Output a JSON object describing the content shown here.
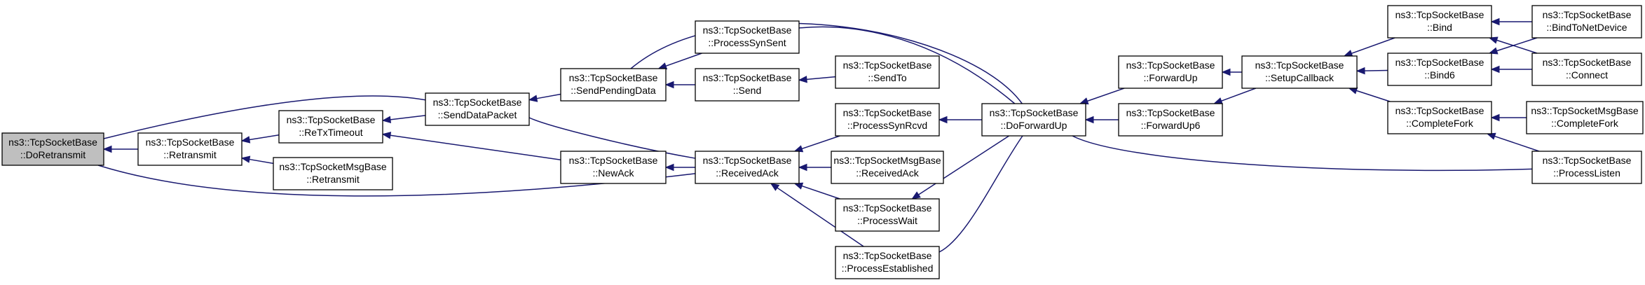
{
  "colors": {
    "edge": "#191970",
    "node_fill": "#ffffff",
    "highlight_fill": "#bfbfbf",
    "node_border": "#000000"
  },
  "nodes": [
    {
      "id": "doretransmit",
      "lines": [
        "ns3::TcpSocketBase",
        "::DoRetransmit"
      ],
      "highlight": true
    },
    {
      "id": "retransmit",
      "lines": [
        "ns3::TcpSocketBase",
        "::Retransmit"
      ]
    },
    {
      "id": "retxtimeout",
      "lines": [
        "ns3::TcpSocketBase",
        "::ReTxTimeout"
      ]
    },
    {
      "id": "msg-retransmit",
      "lines": [
        "ns3::TcpSocketMsgBase",
        "::Retransmit"
      ]
    },
    {
      "id": "senddatapacket",
      "lines": [
        "ns3::TcpSocketBase",
        "::SendDataPacket"
      ]
    },
    {
      "id": "sendpendingdata",
      "lines": [
        "ns3::TcpSocketBase",
        "::SendPendingData"
      ]
    },
    {
      "id": "newack",
      "lines": [
        "ns3::TcpSocketBase",
        "::NewAck"
      ]
    },
    {
      "id": "processsynsent",
      "lines": [
        "ns3::TcpSocketBase",
        "::ProcessSynSent"
      ]
    },
    {
      "id": "send",
      "lines": [
        "ns3::TcpSocketBase",
        "::Send"
      ]
    },
    {
      "id": "receivedack",
      "lines": [
        "ns3::TcpSocketBase",
        "::ReceivedAck"
      ]
    },
    {
      "id": "sendto",
      "lines": [
        "ns3::TcpSocketBase",
        "::SendTo"
      ]
    },
    {
      "id": "processsynrcvd",
      "lines": [
        "ns3::TcpSocketBase",
        "::ProcessSynRcvd"
      ]
    },
    {
      "id": "msg-receivedack",
      "lines": [
        "ns3::TcpSocketMsgBase",
        "::ReceivedAck"
      ]
    },
    {
      "id": "processwait",
      "lines": [
        "ns3::TcpSocketBase",
        "::ProcessWait"
      ]
    },
    {
      "id": "processestablished",
      "lines": [
        "ns3::TcpSocketBase",
        "::ProcessEstablished"
      ]
    },
    {
      "id": "doforwardup",
      "lines": [
        "ns3::TcpSocketBase",
        "::DoForwardUp"
      ]
    },
    {
      "id": "forwardup",
      "lines": [
        "ns3::TcpSocketBase",
        "::ForwardUp"
      ]
    },
    {
      "id": "forwardup6",
      "lines": [
        "ns3::TcpSocketBase",
        "::ForwardUp6"
      ]
    },
    {
      "id": "setupcallback",
      "lines": [
        "ns3::TcpSocketBase",
        "::SetupCallback"
      ]
    },
    {
      "id": "bind",
      "lines": [
        "ns3::TcpSocketBase",
        "::Bind"
      ]
    },
    {
      "id": "bind6",
      "lines": [
        "ns3::TcpSocketBase",
        "::Bind6"
      ]
    },
    {
      "id": "completefork",
      "lines": [
        "ns3::TcpSocketBase",
        "::CompleteFork"
      ]
    },
    {
      "id": "bindtonetdevice",
      "lines": [
        "ns3::TcpSocketBase",
        "::BindToNetDevice"
      ]
    },
    {
      "id": "connect",
      "lines": [
        "ns3::TcpSocketBase",
        "::Connect"
      ]
    },
    {
      "id": "msg-completefork",
      "lines": [
        "ns3::TcpSocketMsgBase",
        "::CompleteFork"
      ]
    },
    {
      "id": "processlisten",
      "lines": [
        "ns3::TcpSocketBase",
        "::ProcessListen"
      ]
    }
  ],
  "edges": [
    {
      "from": "retransmit",
      "to": "doretransmit"
    },
    {
      "from": "senddatapacket",
      "to": "doretransmit"
    },
    {
      "from": "receivedack",
      "to": "doretransmit"
    },
    {
      "from": "retxtimeout",
      "to": "retransmit"
    },
    {
      "from": "msg-retransmit",
      "to": "retransmit"
    },
    {
      "from": "senddatapacket",
      "to": "retxtimeout"
    },
    {
      "from": "newack",
      "to": "retxtimeout"
    },
    {
      "from": "sendpendingdata",
      "to": "senddatapacket"
    },
    {
      "from": "receivedack",
      "to": "senddatapacket"
    },
    {
      "from": "processsynsent",
      "to": "sendpendingdata"
    },
    {
      "from": "send",
      "to": "sendpendingdata"
    },
    {
      "from": "doforwardup",
      "to": "sendpendingdata"
    },
    {
      "from": "receivedack",
      "to": "newack"
    },
    {
      "from": "doforwardup",
      "to": "processsynsent"
    },
    {
      "from": "sendto",
      "to": "send"
    },
    {
      "from": "processsynrcvd",
      "to": "receivedack"
    },
    {
      "from": "msg-receivedack",
      "to": "receivedack"
    },
    {
      "from": "processwait",
      "to": "receivedack"
    },
    {
      "from": "processestablished",
      "to": "receivedack"
    },
    {
      "from": "doforwardup",
      "to": "processsynrcvd"
    },
    {
      "from": "doforwardup",
      "to": "processwait"
    },
    {
      "from": "doforwardup",
      "to": "processestablished"
    },
    {
      "from": "forwardup",
      "to": "doforwardup"
    },
    {
      "from": "forwardup6",
      "to": "doforwardup"
    },
    {
      "from": "processlisten",
      "to": "doforwardup"
    },
    {
      "from": "setupcallback",
      "to": "forwardup"
    },
    {
      "from": "setupcallback",
      "to": "forwardup6"
    },
    {
      "from": "bind",
      "to": "setupcallback"
    },
    {
      "from": "bind6",
      "to": "setupcallback"
    },
    {
      "from": "completefork",
      "to": "setupcallback"
    },
    {
      "from": "bindtonetdevice",
      "to": "bind"
    },
    {
      "from": "connect",
      "to": "bind"
    },
    {
      "from": "bindtonetdevice",
      "to": "bind6"
    },
    {
      "from": "connect",
      "to": "bind6"
    },
    {
      "from": "msg-completefork",
      "to": "completefork"
    },
    {
      "from": "processlisten",
      "to": "completefork"
    }
  ]
}
